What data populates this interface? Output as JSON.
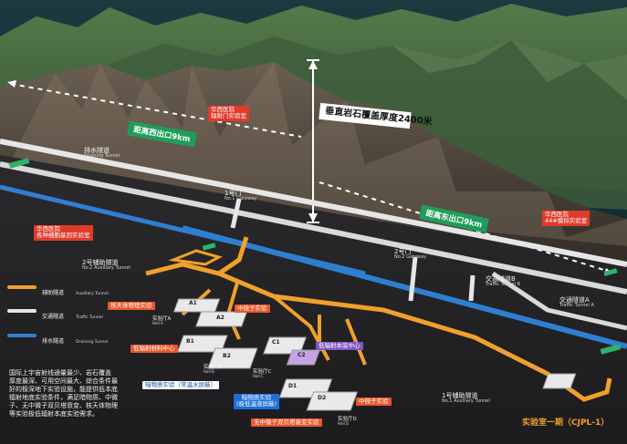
{
  "overburden": "垂直岩石覆盖厚度2400米",
  "west_exit": "距离西出口9km",
  "east_exit": "距离东出口9km",
  "sites": {
    "west_lab": {
      "line1": "华西医院",
      "line2": "辐射门实验室"
    },
    "west_far": {
      "line1": "华西医院",
      "line2": "各种细胞基因实验室"
    },
    "east_far": {
      "line1": "华西医院",
      "line2": "44#模拟实验室"
    }
  },
  "tunnels": {
    "drainage": {
      "cn": "排水隧道",
      "en": "Draining Tunnel"
    },
    "gate1": {
      "cn": "1号门",
      "en": "No.1 Gateway"
    },
    "gate2": {
      "cn": "2号门",
      "en": "No.2 Gateway"
    },
    "aux2": {
      "cn": "2号辅助隧道",
      "en": "No.2 Auxiliary Tunnel"
    },
    "aux1": {
      "cn": "1号辅助隧道",
      "en": "No.1 Auxiliary Tunnel"
    },
    "traffic_b": {
      "cn": "交通隧道B",
      "en": "Traffic Tunnel B"
    },
    "traffic_a": {
      "cn": "交通隧道A",
      "en": "Traffic Tunnel A"
    }
  },
  "halls": {
    "a1": "A1",
    "a2": "A2",
    "b1": "B1",
    "b2": "B2",
    "c1": "C1",
    "c2": "C2",
    "d1": "D1",
    "d2": "D2",
    "pit_a": {
      "cn": "实验厅A",
      "en": "Hall A"
    },
    "pit_b": {
      "cn": "实验厅B",
      "en": "Hall B"
    },
    "pit_c": {
      "cn": "实验厅C",
      "en": "Hall C"
    },
    "pit_d": {
      "cn": "实验厅D",
      "en": "Hall D"
    }
  },
  "experiments": {
    "nuclear_astro": "核天体物理实验",
    "neutrino_mid": "中微子实验",
    "low_rad_mat": "低辐射材料中心",
    "low_rad_bg": "低辐射本底中心",
    "dark_matter_water": "暗物质实验（常温水屏蔽）",
    "dark_matter_liquid": {
      "line1": "暗物质实验",
      "line2": "(极低温液屏蔽)"
    },
    "double_beta": "无中微子双贝塔衰变实验",
    "neutrino_right": "中微子实验"
  },
  "legend": [
    {
      "cn": "辅助隧道",
      "en": "Auxiliary Tunnel",
      "color": "#f0a12a"
    },
    {
      "cn": "交通隧道",
      "en": "Traffic Tunnel",
      "color": "#e6e6e6"
    },
    {
      "cn": "排水隧道",
      "en": "Draining Tunnel",
      "color": "#2f7fd1"
    }
  ],
  "description": [
    "国际上宇宙射线通量最少、岩石覆盖",
    "厚度最深、可用空间最大、综合条件最",
    "好的极深地下实验设施，能提供低本底",
    "辐射地底实验条件，满足暗物质、中微",
    "子、无中微子双贝塔衰变、核天体物理",
    "等实验极低辐射本底实验需求。"
  ],
  "lab_phase": "实验室一期（CJPL-1）",
  "colors": {
    "aux": "#f0a12a",
    "traffic": "#e6e6e6",
    "drain": "#2f7fd1",
    "sign": "#1f9e5a",
    "tag": "#e8572a"
  }
}
